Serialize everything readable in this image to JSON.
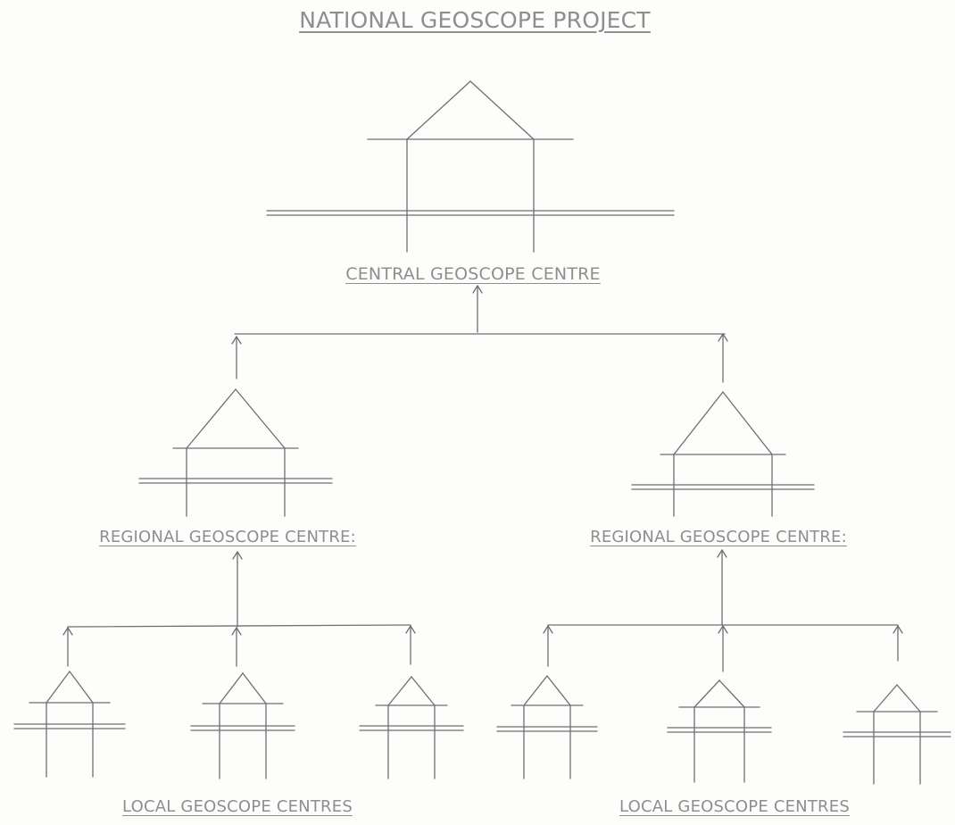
{
  "diagram": {
    "title": "NATIONAL GEOSCOPE PROJECT",
    "central_label": "CENTRAL GEOSCOPE CENTRE",
    "regional_labels": [
      "REGIONAL GEOSCOPE CENTRE:",
      "REGIONAL GEOSCOPE CENTRE:"
    ],
    "local_labels": [
      "LOCAL GEOSCOPE CENTRES",
      "LOCAL GEOSCOPE CENTRES"
    ],
    "line_color": "#6f6f6f",
    "text_color": "#8e8e8e"
  }
}
